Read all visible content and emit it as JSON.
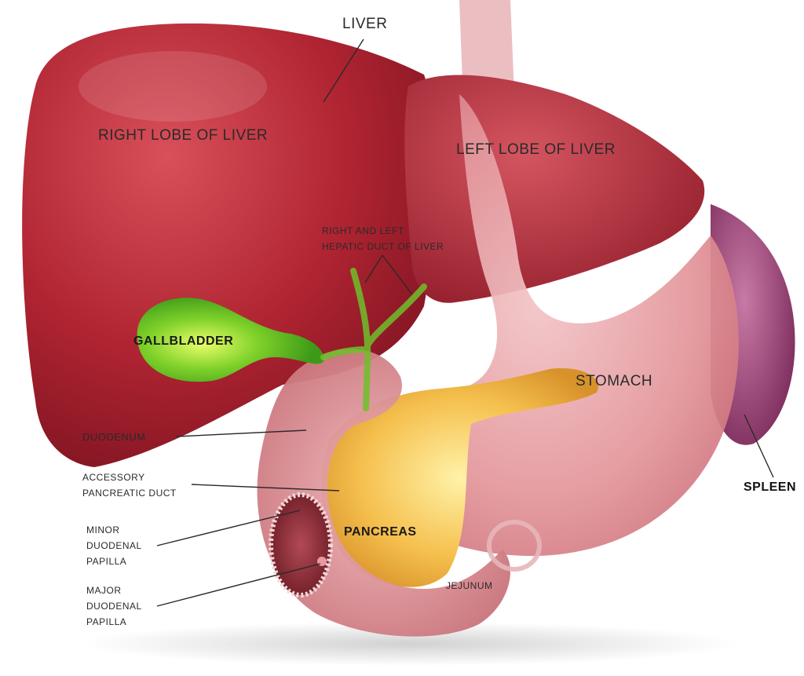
{
  "labels": {
    "liver": "LIVER",
    "right_lobe": "RIGHT LOBE OF LIVER",
    "left_lobe": "LEFT LOBE OF LIVER",
    "hepatic_duct_line1": "RIGHT AND LEFT",
    "hepatic_duct_line2": "HEPATIC DUCT OF LIVER",
    "gallbladder": "GALLBLADDER",
    "stomach": "STOMACH",
    "duodenum": "DUODENUM",
    "accessory_line1": "ACCESSORY",
    "accessory_line2": "PANCREATIC DUCT",
    "minor_line1": "MINOR",
    "minor_line2": "DUODENAL",
    "minor_line3": "PAPILLA",
    "major_line1": "MAJOR",
    "major_line2": "DUODENAL",
    "major_line3": "PAPILLA",
    "pancreas": "PANCREAS",
    "jejunum": "JEJUNUM",
    "spleen": "SPLEEN"
  },
  "colors": {
    "liver": "#a8202c",
    "gallbladder": "#5fbf1f",
    "stomach": "#e6a0a4",
    "pancreas": "#f2b74a",
    "spleen": "#a04a7a",
    "esophagus": "#e9b7bb"
  }
}
